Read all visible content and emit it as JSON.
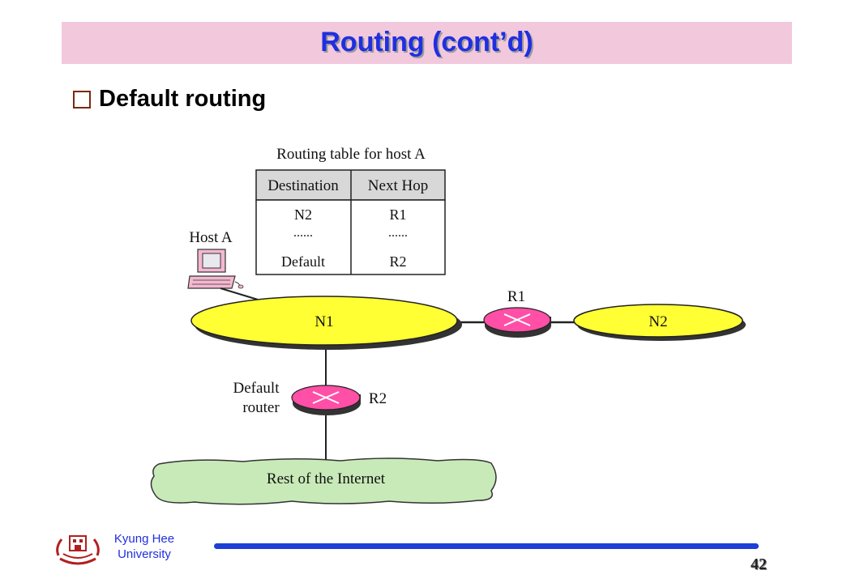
{
  "slide": {
    "title": "Routing (cont’d)",
    "bullet": "Default routing",
    "page_number": "42",
    "university": [
      "Kyung Hee",
      "University"
    ],
    "accent_color": "#1f2fe0"
  },
  "diagram": {
    "table_caption": "Routing table for host A",
    "table_headers": [
      "Destination",
      "Next Hop"
    ],
    "table_rows": [
      [
        "N2",
        "R1"
      ],
      [
        "......",
        "......"
      ],
      [
        "Default",
        "R2"
      ]
    ],
    "host_label": "Host A",
    "networks": {
      "n1": "N1",
      "n2": "N2",
      "internet": "Rest of the Internet"
    },
    "routers": {
      "r1": "R1",
      "r2": "R2"
    },
    "default_router_label": [
      "Default",
      "router"
    ],
    "colors": {
      "network": "#ffff33",
      "router": "#ff4fa6",
      "cloud": "#c8eab8",
      "table_header": "#d8d8d8"
    }
  }
}
